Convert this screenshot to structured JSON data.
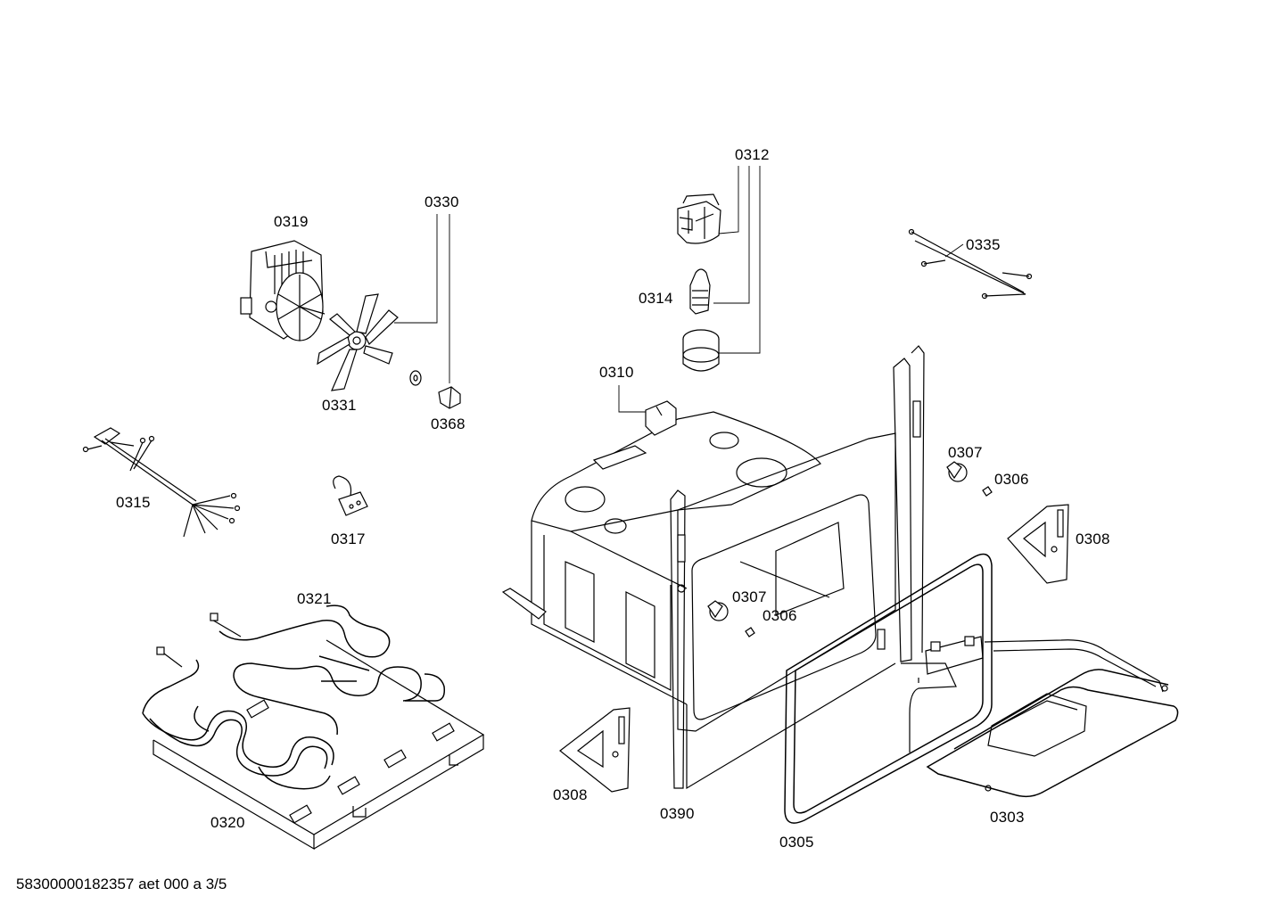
{
  "diagram": {
    "footer_text": "58300000182357 aet 000 a 3/5",
    "parts": [
      {
        "id": "p0312",
        "label": "0312"
      },
      {
        "id": "p0330",
        "label": "0330"
      },
      {
        "id": "p0319",
        "label": "0319"
      },
      {
        "id": "p0335",
        "label": "0335"
      },
      {
        "id": "p0314",
        "label": "0314"
      },
      {
        "id": "p0310",
        "label": "0310"
      },
      {
        "id": "p0331",
        "label": "0331"
      },
      {
        "id": "p0368",
        "label": "0368"
      },
      {
        "id": "p0307a",
        "label": "0307"
      },
      {
        "id": "p0306a",
        "label": "0306"
      },
      {
        "id": "p0315",
        "label": "0315"
      },
      {
        "id": "p0317",
        "label": "0317"
      },
      {
        "id": "p0308a",
        "label": "0308"
      },
      {
        "id": "p0321",
        "label": "0321"
      },
      {
        "id": "p0307b",
        "label": "0307"
      },
      {
        "id": "p0306b",
        "label": "0306"
      },
      {
        "id": "p0308b",
        "label": "0308"
      },
      {
        "id": "p0390",
        "label": "0390"
      },
      {
        "id": "p0303",
        "label": "0303"
      },
      {
        "id": "p0320",
        "label": "0320"
      },
      {
        "id": "p0305",
        "label": "0305"
      }
    ]
  }
}
